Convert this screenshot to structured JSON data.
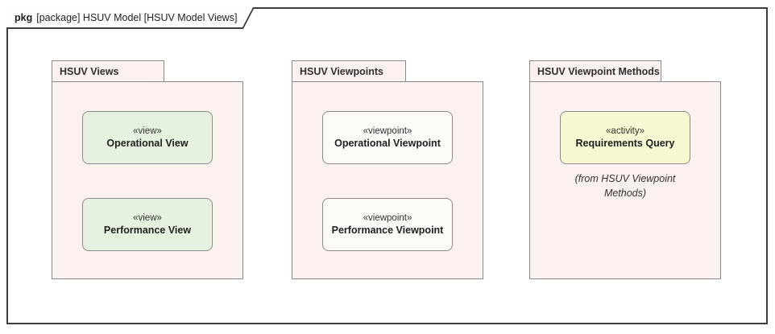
{
  "frame": {
    "keyword": "pkg",
    "title": "[package] HSUV Model [HSUV Model Views]"
  },
  "packages": [
    {
      "name": "HSUV Views",
      "elements": [
        {
          "stereotype": "«view»",
          "name": "Operational View"
        },
        {
          "stereotype": "«view»",
          "name": "Performance View"
        }
      ]
    },
    {
      "name": "HSUV Viewpoints",
      "elements": [
        {
          "stereotype": "«viewpoint»",
          "name": "Operational Viewpoint"
        },
        {
          "stereotype": "«viewpoint»",
          "name": "Performance Viewpoint"
        }
      ]
    },
    {
      "name": "HSUV Viewpoint Methods",
      "elements": [
        {
          "stereotype": "«activity»",
          "name": "Requirements Query"
        }
      ],
      "note": "(from HSUV Viewpoint Methods)"
    }
  ],
  "colors": {
    "package_fill": "#fbf1ee",
    "view_fill": "#e6f2df",
    "viewpoint_fill": "#fdf9f5",
    "activity_fill": "#f7f7d2",
    "shape_border": "#8a8a8a",
    "frame_border": "#3e3e3e"
  }
}
